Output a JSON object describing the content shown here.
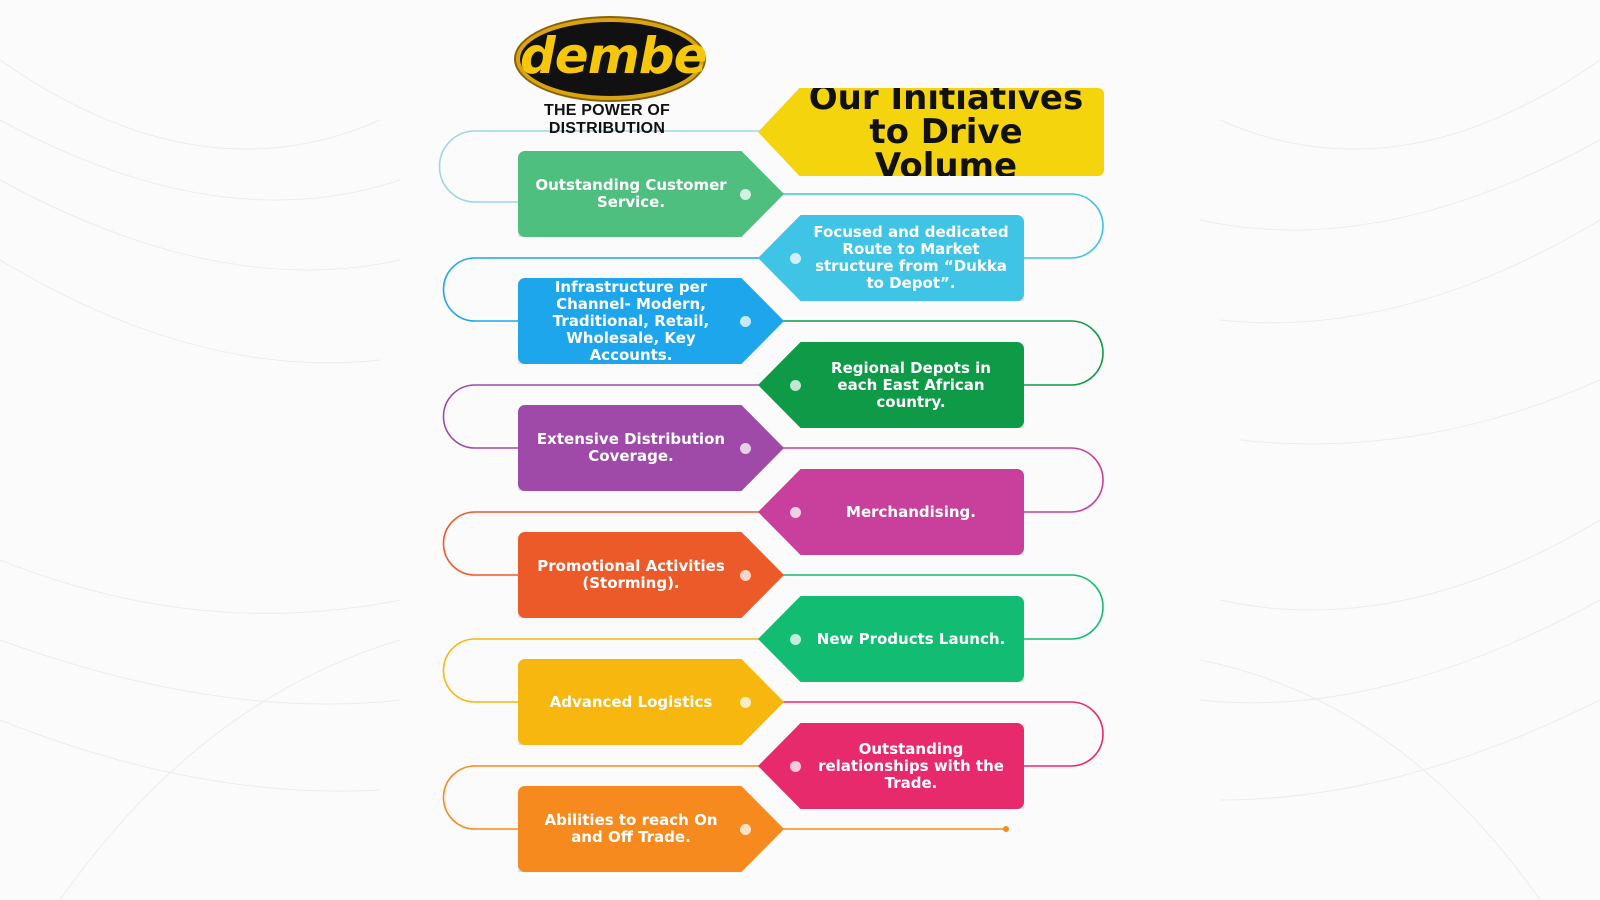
{
  "brand": {
    "logo_text": "dembe",
    "tagline": "THE POWER OF DISTRIBUTION"
  },
  "title": {
    "line1": "Our Initiatives",
    "line2": "to Drive Volume"
  },
  "initiatives": [
    {
      "text": "Outstanding Customer Service.",
      "color": "#4fbf7f"
    },
    {
      "text": "Focused and dedicated Route to Market structure from “Dukka to Depot”.",
      "color": "#3fc4e6"
    },
    {
      "text": "Infrastructure per Channel- Modern, Traditional, Retail, Wholesale, Key Accounts.",
      "color": "#1ea6ec"
    },
    {
      "text": "Regional Depots in each East African country.",
      "color": "#0f9a47"
    },
    {
      "text": "Extensive Distribution Coverage.",
      "color": "#9f4aa8"
    },
    {
      "text": "Merchandising.",
      "color": "#c8409c"
    },
    {
      "text": "Promotional Activities (Storming).",
      "color": "#ec5a2a"
    },
    {
      "text": "New Products Launch.",
      "color": "#12bd73"
    },
    {
      "text": "Advanced Logistics",
      "color": "#f8b70f"
    },
    {
      "text": "Outstanding relationships with the Trade.",
      "color": "#e72a6c"
    },
    {
      "text": "Abilities to reach On and Off Trade.",
      "color": "#f68a1e"
    }
  ]
}
